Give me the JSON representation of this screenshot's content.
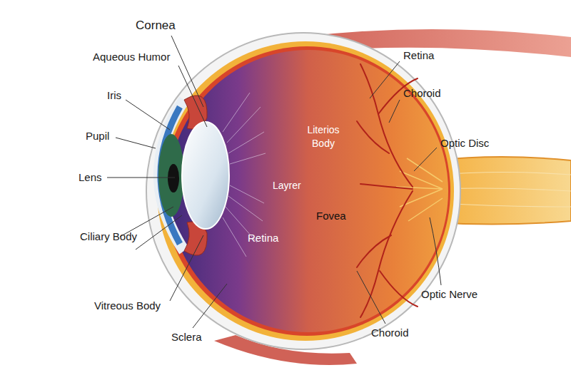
{
  "diagram": {
    "labels": [
      "Cornea",
      "Aqueous Humor",
      "Retina",
      "Choroid",
      "Iris",
      "Literios Body",
      "Optic Disc",
      "Pupil",
      "Lens",
      "Layrer",
      "Fovea",
      "Ciliary Body",
      "Retina",
      "Vitreous Body",
      "Optic Nerve",
      "Choroid",
      "Sclera"
    ]
  }
}
